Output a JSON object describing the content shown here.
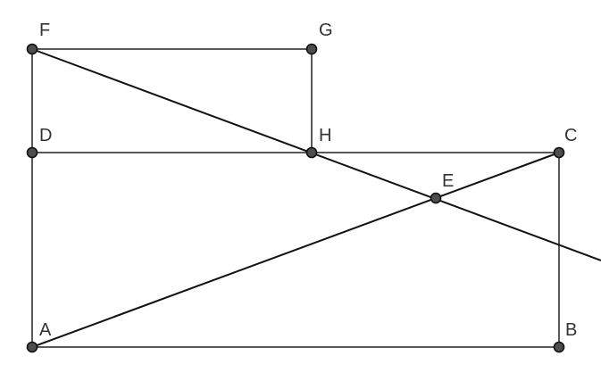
{
  "figure": {
    "labels": {
      "F": "F",
      "G": "G",
      "D": "D",
      "H": "H",
      "C": "C",
      "E": "E",
      "A": "A",
      "B": "B"
    }
  }
}
